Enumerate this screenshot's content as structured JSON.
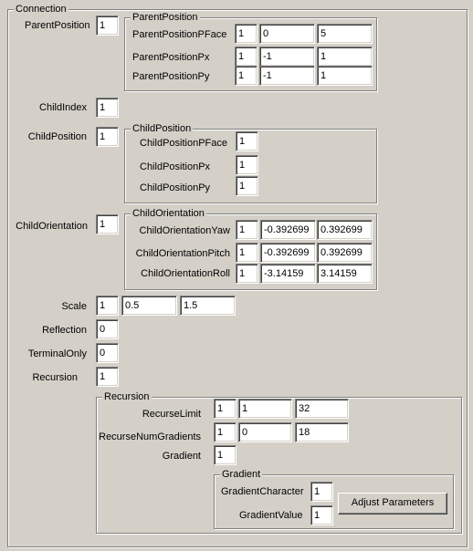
{
  "connection": {
    "legend": "Connection",
    "parent_position": {
      "label": "ParentPosition",
      "value": "1",
      "group": {
        "legend": "ParentPosition",
        "pface": {
          "label": "ParentPositionPFace",
          "v1": "1",
          "v2": "0",
          "v3": "5"
        },
        "px": {
          "label": "ParentPositionPx",
          "v1": "1",
          "v2": "-1",
          "v3": "1"
        },
        "py": {
          "label": "ParentPositionPy",
          "v1": "1",
          "v2": "-1",
          "v3": "1"
        }
      }
    },
    "child_index": {
      "label": "ChildIndex",
      "value": "1"
    },
    "child_position": {
      "label": "ChildPosition",
      "value": "1",
      "group": {
        "legend": "ChildPosition",
        "pface": {
          "label": "ChildPositionPFace",
          "v1": "1"
        },
        "px": {
          "label": "ChildPositionPx",
          "v1": "1"
        },
        "py": {
          "label": "ChildPositionPy",
          "v1": "1"
        }
      }
    },
    "child_orientation": {
      "label": "ChildOrientation",
      "value": "1",
      "group": {
        "legend": "ChildOrientation",
        "yaw": {
          "label": "ChildOrientationYaw",
          "v1": "1",
          "v2": "-0.392699",
          "v3": "0.392699"
        },
        "pitch": {
          "label": "ChildOrientationPitch",
          "v1": "1",
          "v2": "-0.392699",
          "v3": "0.392699"
        },
        "roll": {
          "label": "ChildOrientationRoll",
          "v1": "1",
          "v2": "-3.14159",
          "v3": "3.14159"
        }
      }
    },
    "scale": {
      "label": "Scale",
      "v1": "1",
      "v2": "0.5",
      "v3": "1.5"
    },
    "reflection": {
      "label": "Reflection",
      "value": "0"
    },
    "terminal_only": {
      "label": "TerminalOnly",
      "value": "0"
    },
    "recursion": {
      "label": "Recursion",
      "value": "1",
      "group": {
        "legend": "Recursion",
        "limit": {
          "label": "RecurseLimit",
          "v1": "1",
          "v2": "1",
          "v3": "32"
        },
        "gradients": {
          "label": "RecurseNumGradients",
          "v1": "1",
          "v2": "0",
          "v3": "18"
        },
        "gradient": {
          "label": "Gradient",
          "value": "1",
          "group": {
            "legend": "Gradient",
            "character": {
              "label": "GradientCharacter",
              "value": "1"
            },
            "value": {
              "label": "GradientValue",
              "value": "1"
            },
            "button_label": "Adjust Parameters"
          }
        }
      }
    }
  }
}
